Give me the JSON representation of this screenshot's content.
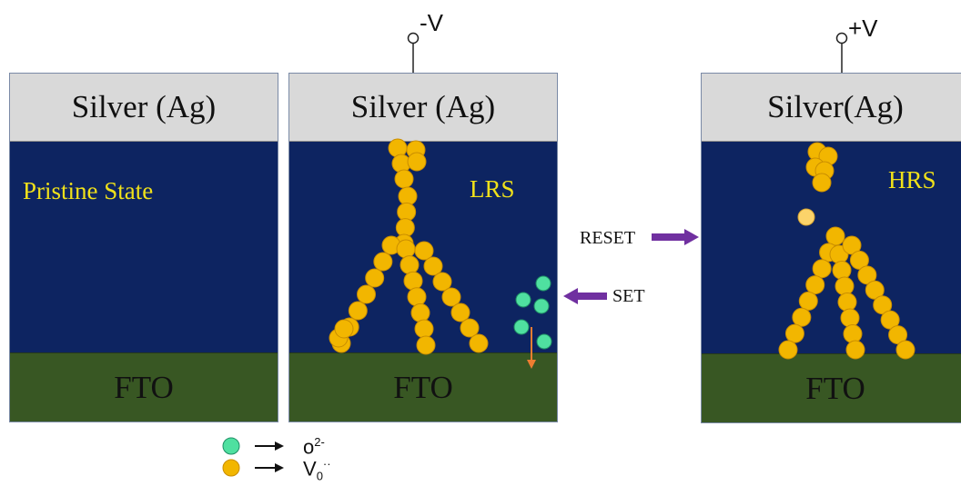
{
  "panels": {
    "pristine": {
      "electrode": "Silver (Ag)",
      "state": "Pristine State",
      "substrate": "FTO"
    },
    "lrs": {
      "electrode": "Silver (Ag)",
      "state": "LRS",
      "substrate": "FTO",
      "terminal": "-V"
    },
    "hrs": {
      "electrode": "Silver(Ag)",
      "state": "HRS",
      "substrate": "FTO",
      "terminal": "+V"
    }
  },
  "arrows": {
    "reset": "RESET",
    "set": "SET"
  },
  "legend": {
    "oxygen_ion": "o",
    "oxygen_ion_charge": "2-",
    "vacancy": "V",
    "vacancy_sub": "0",
    "vacancy_sup": "··"
  },
  "colors": {
    "electrode": "#d9d9d9",
    "oxide": "#0d2461",
    "fto": "#385723",
    "vacancy": "#f2b600",
    "oxygen": "#4fe0a0",
    "arrow": "#7030a0",
    "state_text": "#f0e11a",
    "drift_arrow": "#ed7d31"
  }
}
